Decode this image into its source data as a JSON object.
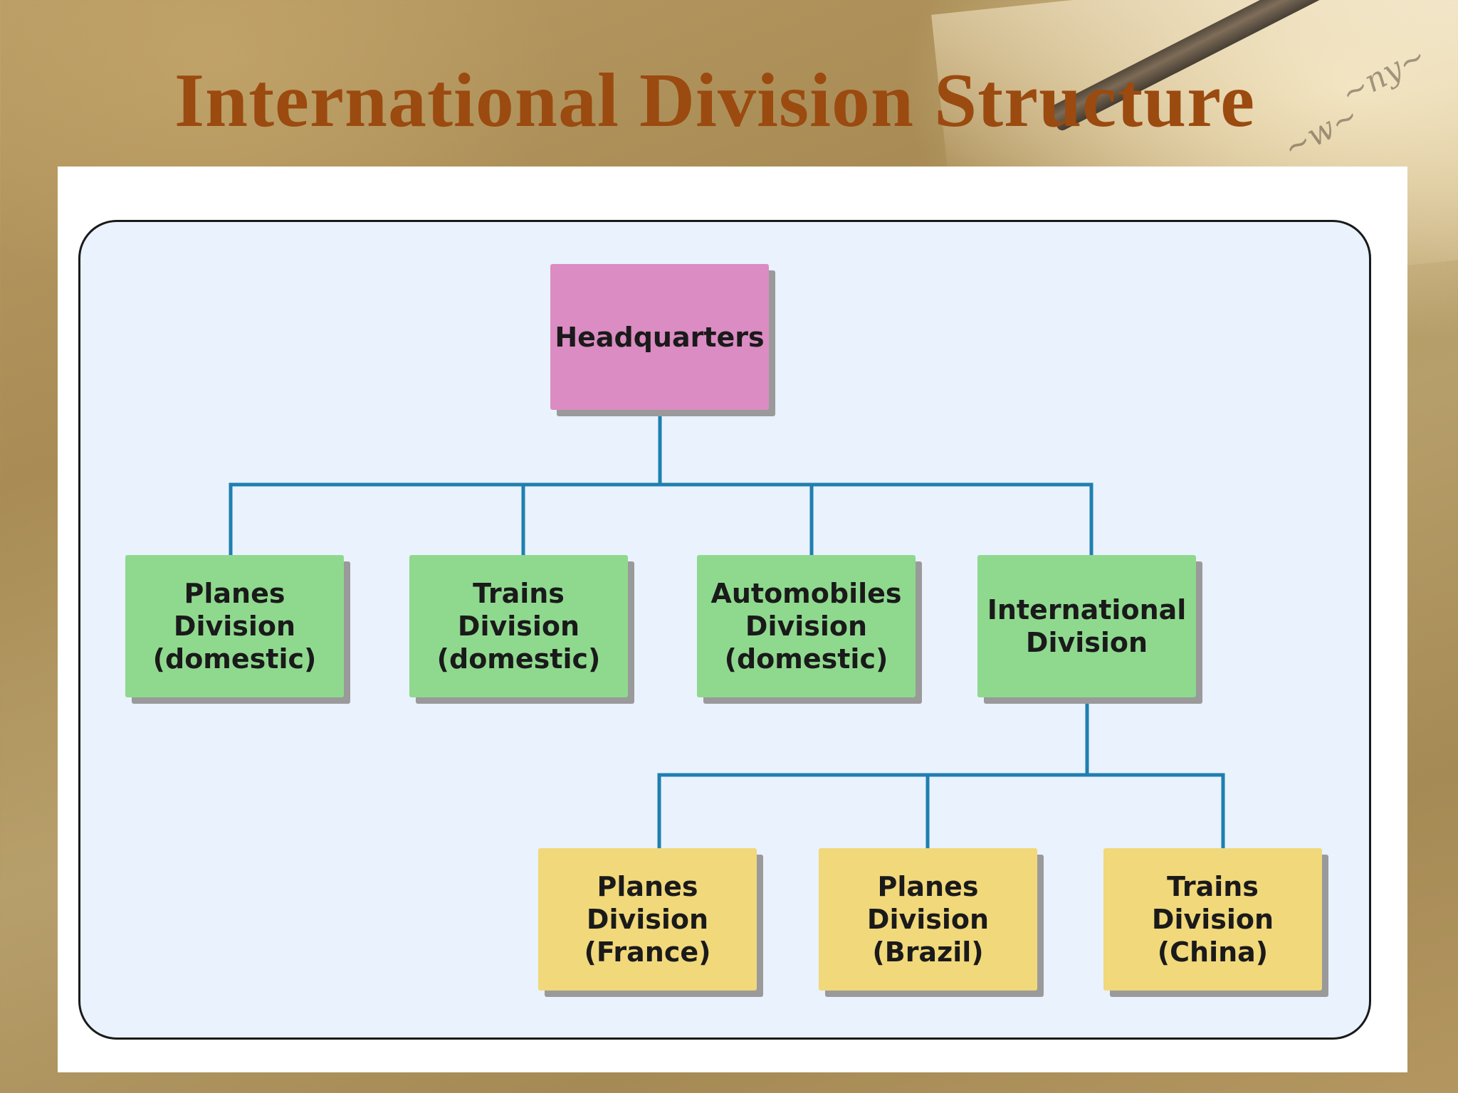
{
  "title": "International Division Structure",
  "colors": {
    "title": "#9b4a10",
    "headquarters": "#db8cc2",
    "division": "#8fd98f",
    "international_unit": "#f1d87a",
    "connector": "#1f7fb0",
    "frame_fill": "#e9f2fd"
  },
  "nodes": {
    "headquarters": "Headquarters",
    "planes_domestic": "Planes\nDivision\n(domestic)",
    "trains_domestic": "Trains\nDivision\n(domestic)",
    "automobiles_domestic": "Automobiles\nDivision\n(domestic)",
    "international": "International\nDivision",
    "planes_france": "Planes\nDivision\n(France)",
    "planes_brazil": "Planes\nDivision\n(Brazil)",
    "trains_china": "Trains\nDivision\n(China)"
  },
  "edges": [
    [
      "headquarters",
      "planes_domestic"
    ],
    [
      "headquarters",
      "trains_domestic"
    ],
    [
      "headquarters",
      "automobiles_domestic"
    ],
    [
      "headquarters",
      "international"
    ],
    [
      "international",
      "planes_france"
    ],
    [
      "international",
      "planes_brazil"
    ],
    [
      "international",
      "trains_china"
    ]
  ]
}
